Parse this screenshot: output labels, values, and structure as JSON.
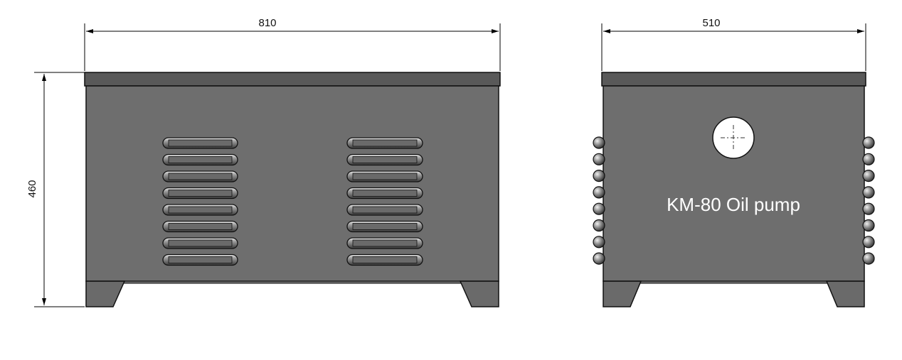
{
  "dimensions": {
    "front_width": "810",
    "front_height": "460",
    "side_width": "510"
  },
  "side_view": {
    "label": "KM-80 Oil pump"
  },
  "colors": {
    "body": "#6e6e6e",
    "lid": "#595959",
    "outline": "#111111",
    "line": "#000000"
  }
}
